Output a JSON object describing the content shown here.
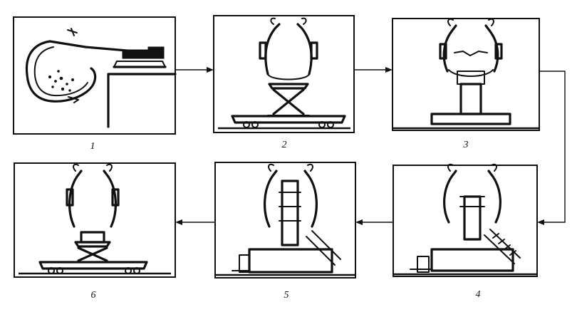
{
  "steps": [
    {
      "label": "1"
    },
    {
      "label": "2"
    },
    {
      "label": "3"
    },
    {
      "label": "4"
    },
    {
      "label": "5"
    },
    {
      "label": "6"
    }
  ]
}
